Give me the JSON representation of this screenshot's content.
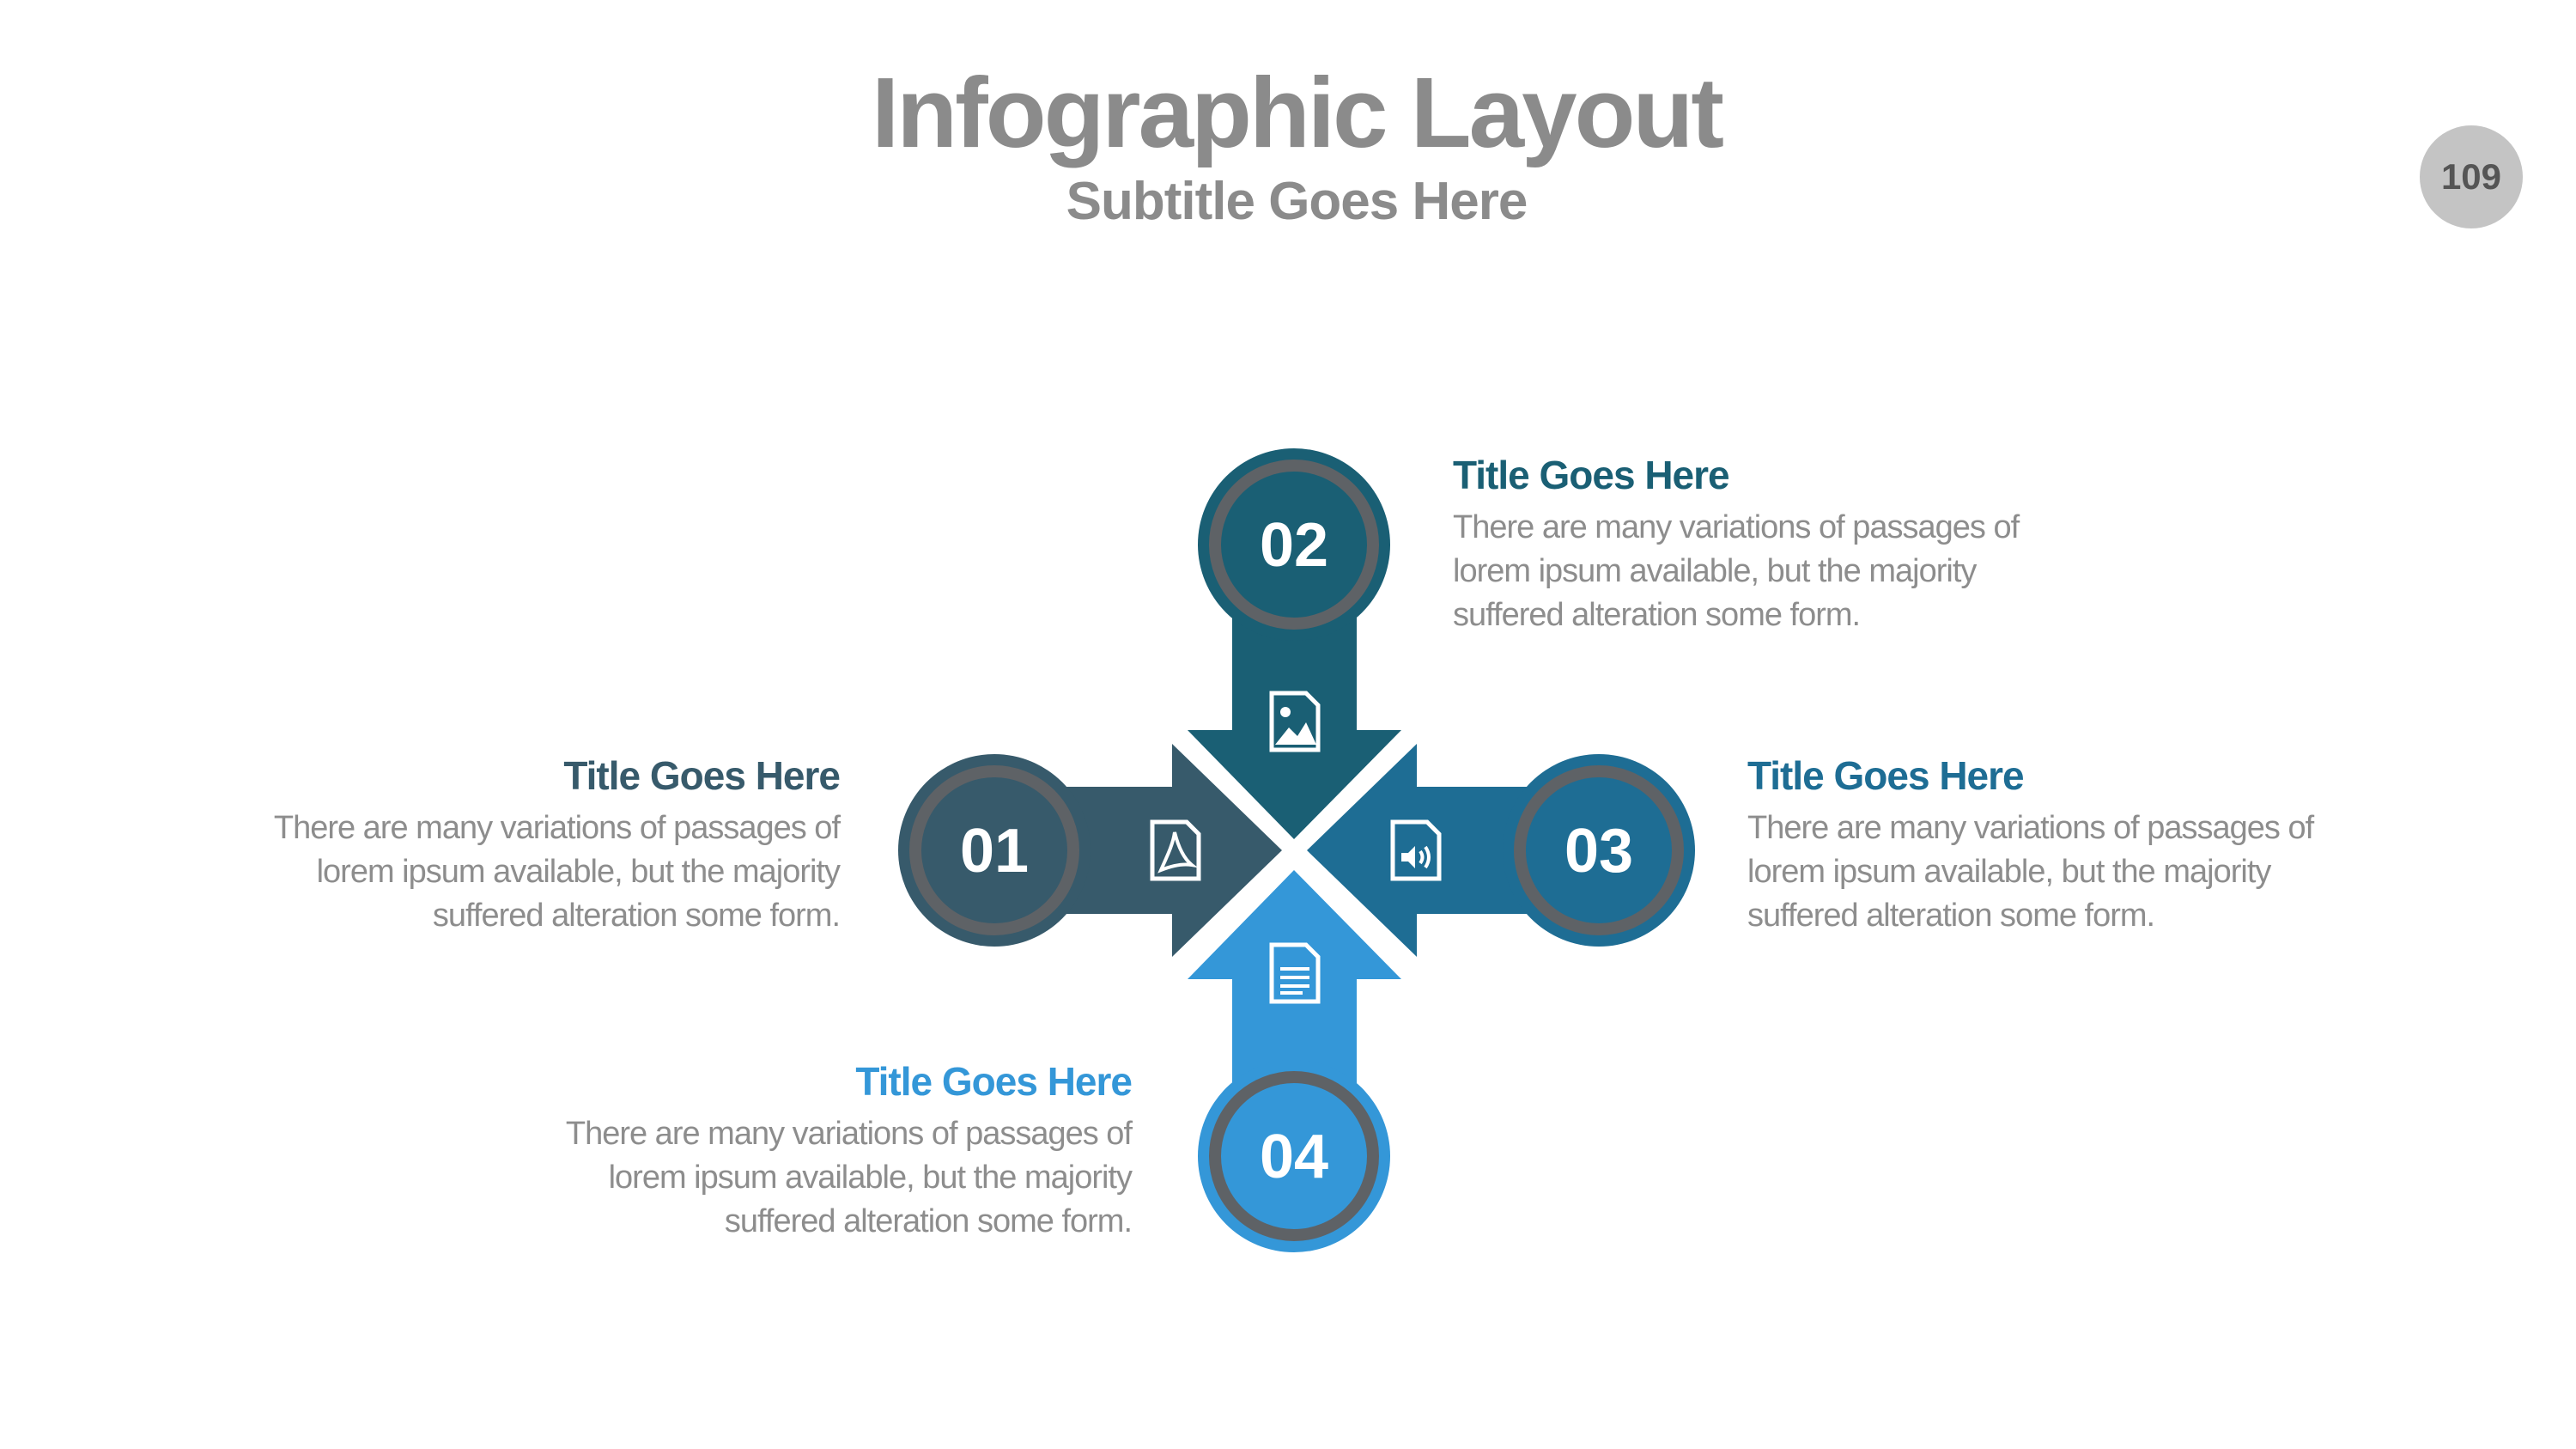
{
  "header": {
    "title": "Infographic Layout",
    "subtitle": "Subtitle Goes Here",
    "page_number": "109"
  },
  "colors": {
    "step_01": "#375a6b",
    "step_02": "#1a5f74",
    "step_03": "#1e6d94",
    "step_04": "#3497d8",
    "ring": "#5e6266",
    "title_text": "#8b8b8b",
    "body_text": "#8d8d8d"
  },
  "steps": [
    {
      "number": "01",
      "icon": "pdf-file-icon",
      "title": "Title Goes Here",
      "body": "There are many variations of passages of lorem ipsum available, but the majority suffered alteration some form."
    },
    {
      "number": "02",
      "icon": "image-file-icon",
      "title": "Title Goes Here",
      "body": "There are many variations of passages of lorem ipsum available, but the majority suffered alteration some form."
    },
    {
      "number": "03",
      "icon": "audio-file-icon",
      "title": "Title Goes Here",
      "body": "There are many variations of passages of lorem ipsum available, but the majority suffered alteration some form."
    },
    {
      "number": "04",
      "icon": "text-document-icon",
      "title": "Title Goes Here",
      "body": "There are many variations of passages of lorem ipsum available, but the majority suffered alteration some form."
    }
  ]
}
